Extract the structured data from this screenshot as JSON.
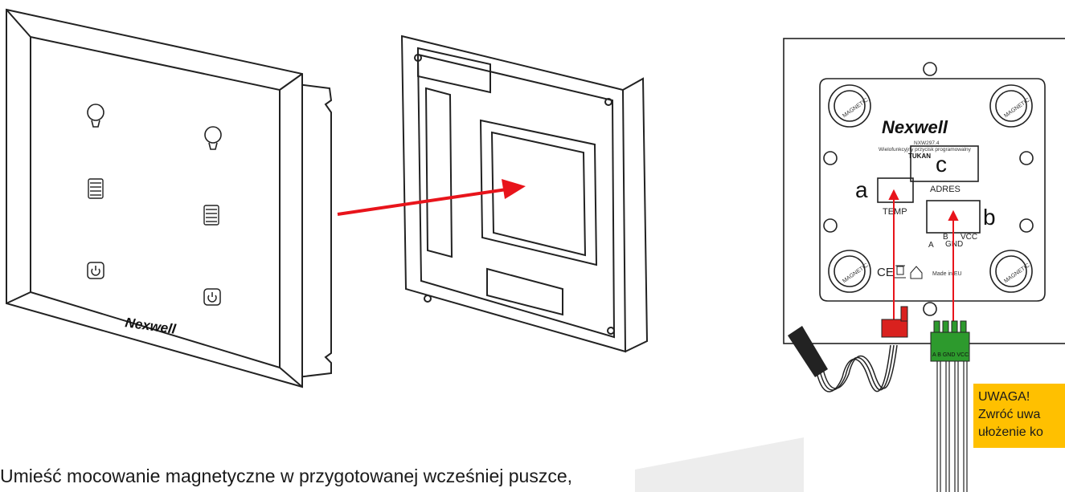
{
  "caption": "Umieść mocowanie magnetyczne w przygotowanej wcześniej puszce,",
  "switch": {
    "brand": "Nexwell"
  },
  "board": {
    "brand": "Nexwell",
    "model": "NXW297.4",
    "description": "Wielofunkcyjny przycisk programowalny",
    "product": "TUKAN",
    "magnet_label": "MAGNETIC",
    "adres_label": "ADRES",
    "temp_label": "TEMP",
    "pin_b": "B",
    "pin_vcc": "VCC",
    "pin_a": "A",
    "pin_gnd": "GND",
    "made_in": "Made in EU",
    "ce": "CE",
    "connector_pins": "A  B  GND VCC"
  },
  "callouts": {
    "a": "a",
    "b": "b",
    "c": "c"
  },
  "warning": {
    "title": "UWAGA!",
    "line1": "Zwróć uwa",
    "line2": "ułożenie ko"
  },
  "colors": {
    "arrow": "#e8141b",
    "warning_bg": "#ffc000",
    "connector_green": "#2d9a2d",
    "connector_red": "#d9211e"
  }
}
